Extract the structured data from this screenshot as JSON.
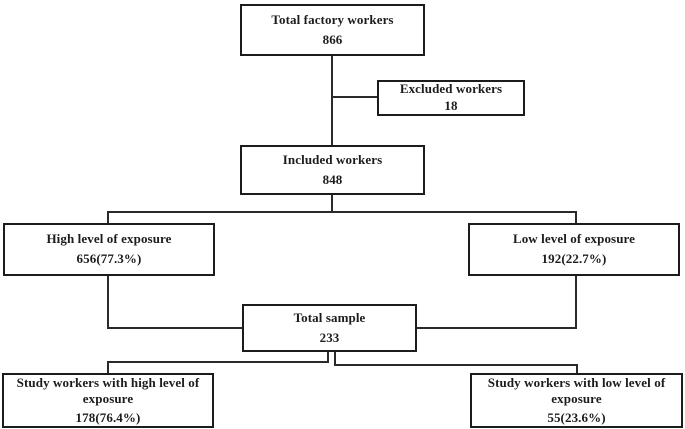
{
  "diagram": {
    "type": "flowchart",
    "boxes": {
      "total_factory": {
        "label": "Total factory workers",
        "value": "866"
      },
      "excluded": {
        "label": "Excluded workers",
        "value": "18"
      },
      "included": {
        "label": "Included workers",
        "value": "848"
      },
      "high_exposure": {
        "label": "High level of exposure",
        "value": "656(77.3%)"
      },
      "low_exposure": {
        "label": "Low level of exposure",
        "value": "192(22.7%)"
      },
      "total_sample": {
        "label": "Total sample",
        "value": "233"
      },
      "study_high": {
        "label": "Study workers with high level of exposure",
        "value": "178(76.4%)"
      },
      "study_low": {
        "label": "Study workers with low level of exposure",
        "value": "55(23.6%)"
      }
    },
    "flow": [
      {
        "from": "total_factory",
        "to": "excluded"
      },
      {
        "from": "total_factory",
        "to": "included"
      },
      {
        "from": "included",
        "to": "high_exposure"
      },
      {
        "from": "included",
        "to": "low_exposure"
      },
      {
        "from": "high_exposure",
        "to": "total_sample"
      },
      {
        "from": "low_exposure",
        "to": "total_sample"
      },
      {
        "from": "total_sample",
        "to": "study_high"
      },
      {
        "from": "total_sample",
        "to": "study_low"
      }
    ],
    "colors": {
      "background": "#ffffff",
      "border": "#1c1c1c",
      "connector": "#2a2a2a",
      "text": "#1c1c1c"
    }
  }
}
